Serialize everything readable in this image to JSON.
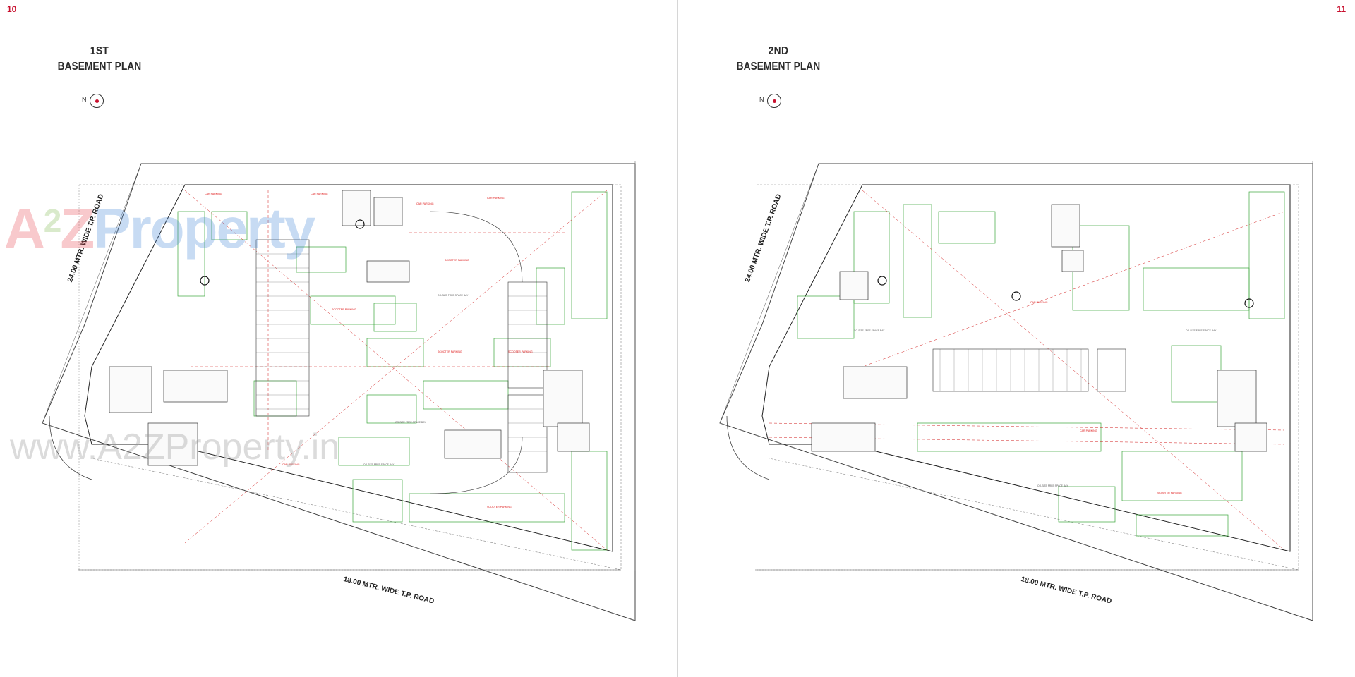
{
  "pages": [
    {
      "page_number": "10",
      "title_line1": "1ST",
      "title_line2": "BASEMENT PLAN",
      "north_label": "N",
      "road_left": "24.00 MTR. WIDE T.P. ROAD",
      "road_bottom": "18.00 MTR. WIDE T.P. ROAD"
    },
    {
      "page_number": "11",
      "title_line1": "2ND",
      "title_line2": "BASEMENT PLAN",
      "north_label": "N",
      "road_left": "24.00 MTR. WIDE T.P. ROAD",
      "road_bottom": "18.00 MTR. WIDE T.P. ROAD"
    }
  ],
  "watermark": {
    "logo_a": "A",
    "logo_2": "2",
    "logo_z": "Z",
    "logo_rest": "Property",
    "url": "www.A2ZProperty.in"
  },
  "colors": {
    "page_number": "#c8102e",
    "plan_lines": "#333333",
    "parking_green": "#3aa53a",
    "dimension_red": "#d11a1a"
  },
  "icons": [
    "compass-north-icon",
    "wheelchair-accessible-icon"
  ]
}
